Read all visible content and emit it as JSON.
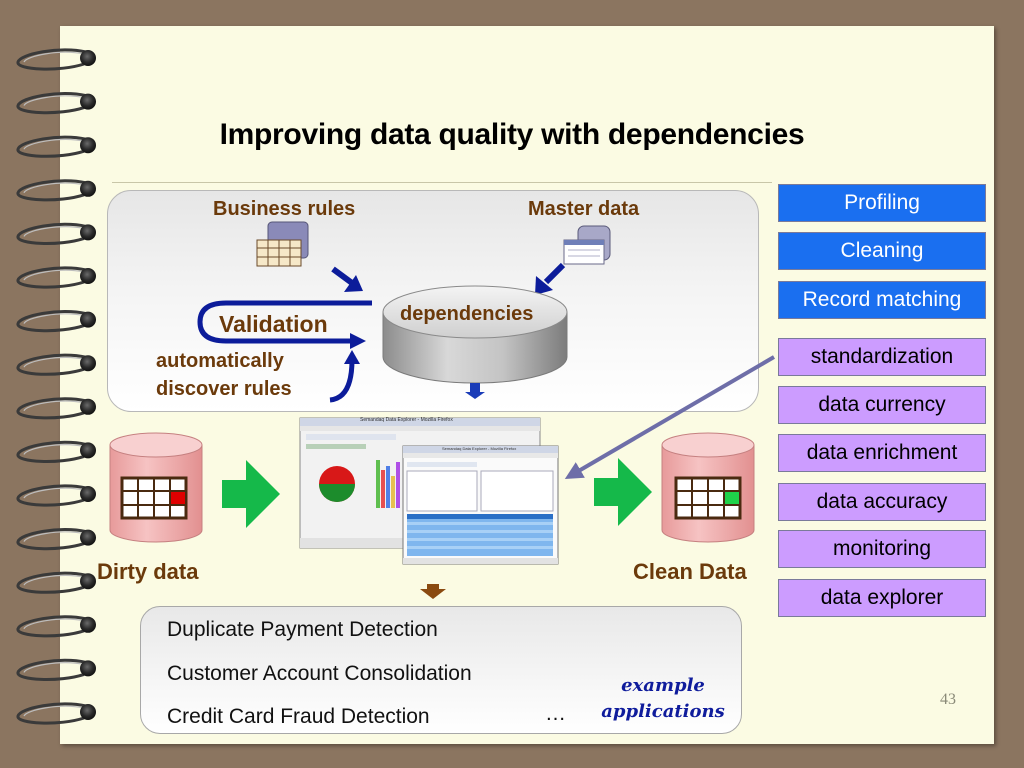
{
  "slide": {
    "title": "Improving data quality with dependencies",
    "page_number": "43"
  },
  "diagram": {
    "business_rules": "Business rules",
    "master_data": "Master data",
    "dependencies": "dependencies",
    "validation": "Validation",
    "discover_line1": "automatically",
    "discover_line2": "discover rules",
    "dirty_data": "Dirty data",
    "clean_data": "Clean Data"
  },
  "tags": [
    {
      "label": "Profiling",
      "style": "blue"
    },
    {
      "label": "Cleaning",
      "style": "blue"
    },
    {
      "label": "Record matching",
      "style": "blue"
    },
    {
      "label": "standardization",
      "style": "violet"
    },
    {
      "label": "data currency",
      "style": "violet"
    },
    {
      "label": "data enrichment",
      "style": "violet"
    },
    {
      "label": "data accuracy",
      "style": "violet"
    },
    {
      "label": "monitoring",
      "style": "violet"
    },
    {
      "label": "data explorer",
      "style": "violet"
    }
  ],
  "applications": {
    "items": [
      "Duplicate Payment Detection",
      "Customer Account Consolidation",
      "Credit Card Fraud Detection"
    ],
    "ellipsis": "…",
    "example_line1": "example",
    "example_line2": "applications"
  },
  "screenshot": {
    "window_title_1": "Semandaq Data Explorer - Mozilla Firefox",
    "window_title_2": "Semandaq Data Explorer - Mozilla Firefox"
  },
  "colors": {
    "slide_bg": "#8b7560",
    "page_bg": "#fbfbe3",
    "brand_blue": "#1a6ff0",
    "violet": "#cc9cff",
    "green_arrow": "#15b94a",
    "cylinder_pink": "#f0b6b6",
    "dirty_cell": "#e00000",
    "clean_cell": "#1fd24a"
  }
}
